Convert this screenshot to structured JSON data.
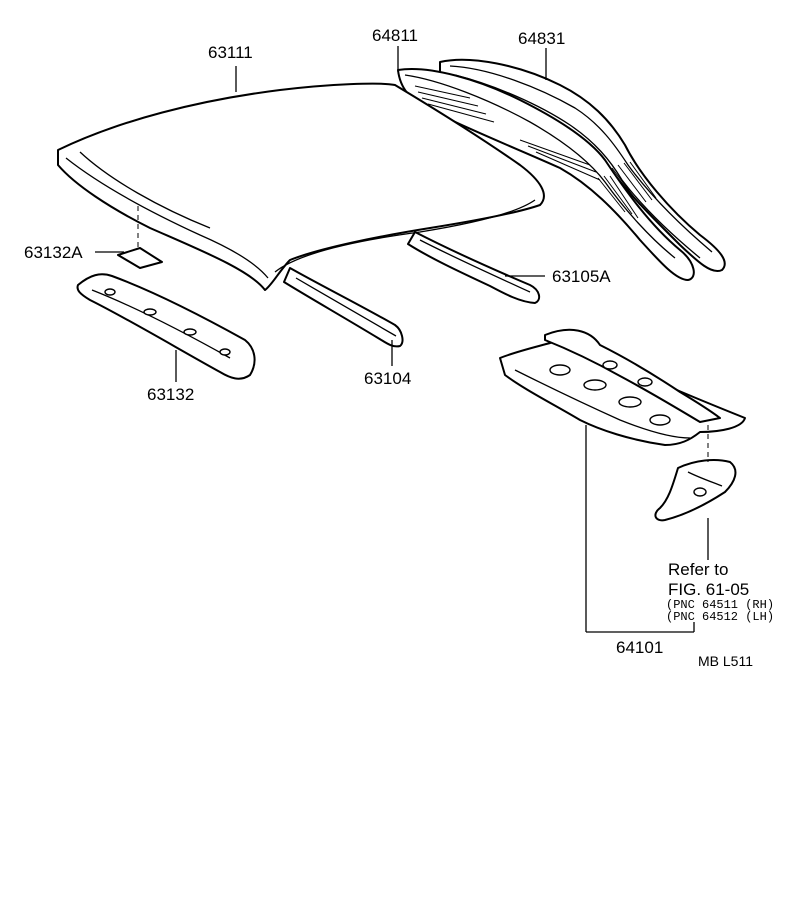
{
  "labels": {
    "roof_panel": "63111",
    "back_window_upper_panel": "64811",
    "back_window_lower_panel": "64831",
    "roof_reinforcement_patch": "63132A",
    "rear_side_rail": "63105A",
    "front_roof_rail": "63132",
    "center_side_rail": "63104",
    "package_tray_panel": "64101"
  },
  "reference": {
    "line1": "Refer to",
    "line2": "FIG. 61-05",
    "line3": "(PNC 64511 (RH)",
    "line4": "(PNC 64512 (LH)"
  },
  "footer_code": "MB  L511"
}
